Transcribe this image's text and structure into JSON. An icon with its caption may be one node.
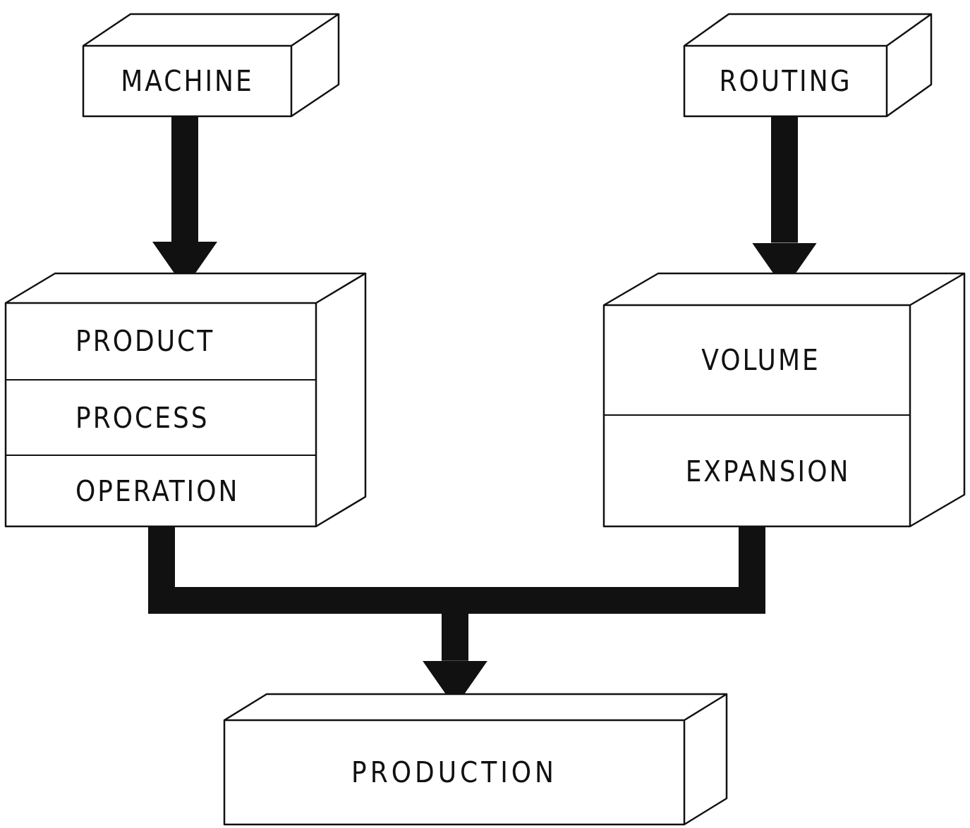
{
  "diagram": {
    "nodes": [
      {
        "text": [
          "MACHINE"
        ]
      },
      {
        "text": [
          "ROUTING"
        ]
      },
      {
        "text": [],
        "shape": "box"
      },
      {
        "text": [
          "PRODUCT"
        ],
        "in": 2
      },
      {
        "text": [
          "PROCESS"
        ],
        "in": 2
      },
      {
        "text": [
          "OPERATION"
        ],
        "in": 2
      },
      {
        "text": [],
        "shape": "box"
      },
      {
        "text": [
          "VOLUME"
        ],
        "in": 6
      },
      {
        "text": [
          "EXPANSION"
        ],
        "in": 6
      },
      {
        "text": [
          "PRODUCTION"
        ]
      }
    ],
    "edges": [
      {
        "from": 0,
        "to": 2,
        "arrow": "to"
      },
      {
        "from": 1,
        "to": 6,
        "arrow": "to"
      },
      {
        "from": 2,
        "to": 9,
        "arrow": "to"
      },
      {
        "from": 6,
        "to": 9,
        "arrow": "to"
      }
    ]
  }
}
